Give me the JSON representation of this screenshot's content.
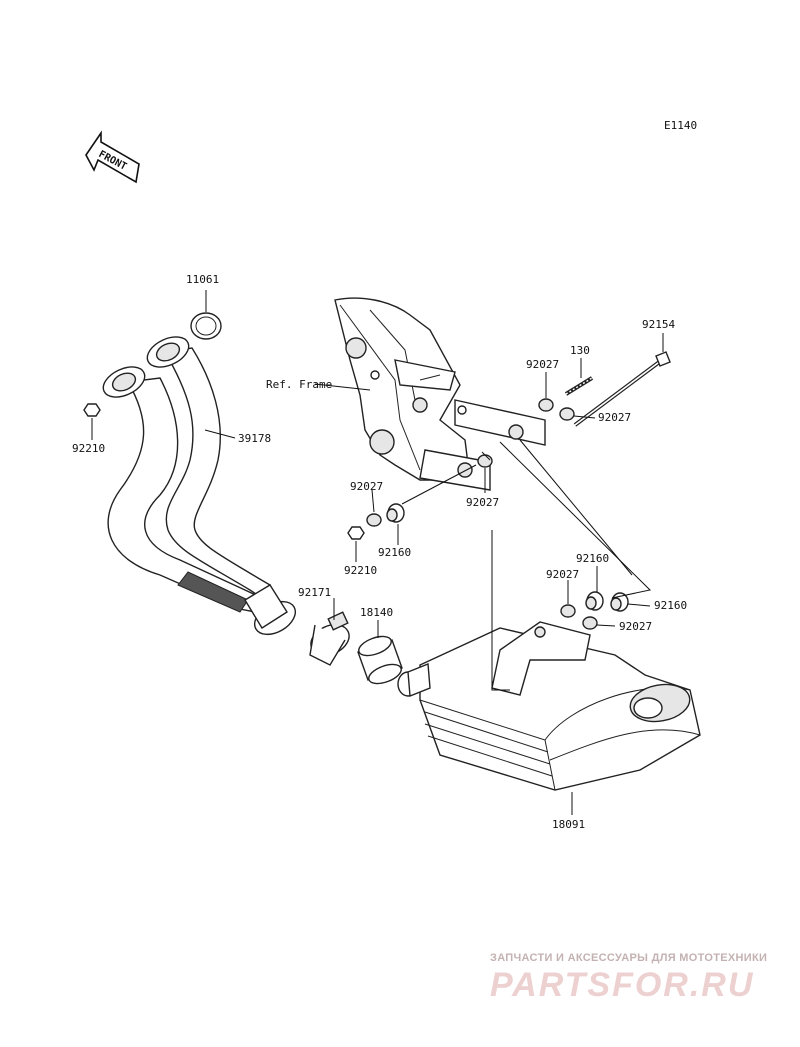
{
  "diagram_code": "E1140",
  "front_arrow": {
    "text": "FRONT"
  },
  "labels": {
    "p11061": "11061",
    "p92210_left": "92210",
    "p39178": "39178",
    "ref_frame": "Ref. Frame",
    "p130": "130",
    "p92154": "92154",
    "p92027_a": "92027",
    "p92027_b": "92027",
    "p92027_c": "92027",
    "p92027_d": "92027",
    "p92160_a": "92160",
    "p92210_mid": "92210",
    "p92171": "92171",
    "p18140": "18140",
    "p92160_b": "92160",
    "p92027_e": "92027",
    "p92160_c": "92160",
    "p92027_f": "92027",
    "p18091": "18091"
  },
  "watermark": {
    "subtitle": "ЗАПЧАСТИ И АКСЕССУАРЫ ДЛЯ МОТОТЕХНИКИ",
    "brand": "PARTSFOR.RU"
  }
}
